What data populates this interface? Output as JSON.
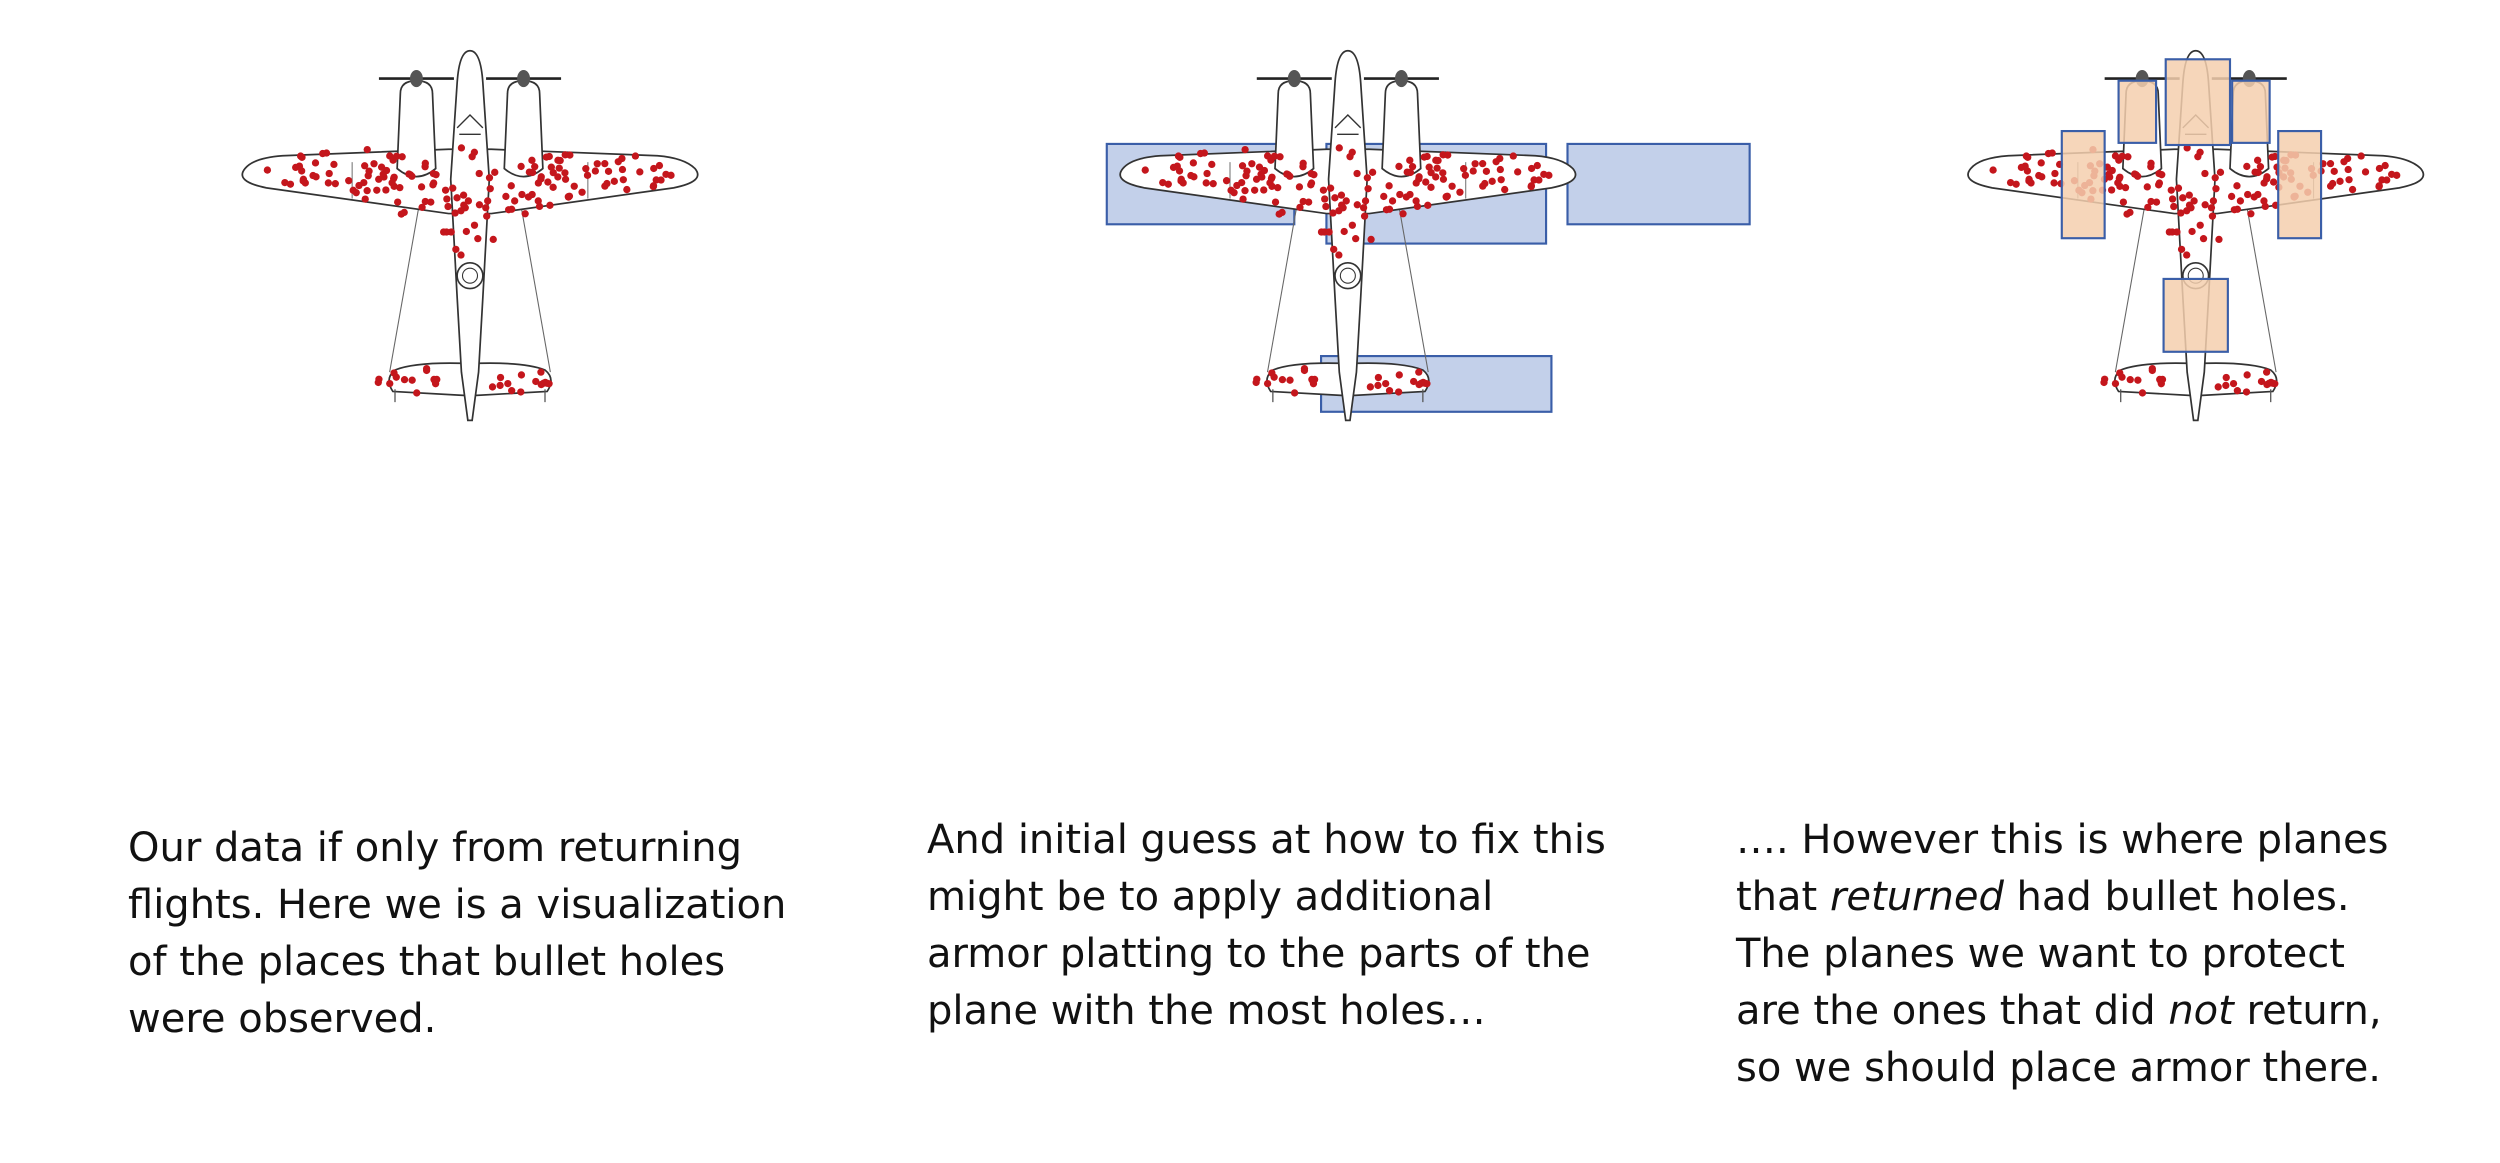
{
  "panels": [
    {
      "id": "observed",
      "overlay": "none",
      "caption_lines": [
        "Our data if only from returning",
        "flights. Here we is a visualization",
        "of the places that bullet holes",
        "were observed."
      ]
    },
    {
      "id": "naive-guess",
      "overlay": "armor-on-holes",
      "caption_lines": [
        "And initial guess at how to fix this",
        "might be to apply additional",
        "armor platting to the parts of the",
        "plane with the most holes…"
      ]
    },
    {
      "id": "survivorship",
      "overlay": "armor-where-no-holes",
      "caption_lines": {
        "line1": "…. However this is where planes",
        "line2_pre": "that ",
        "line2_em": "returned",
        "line2_post": " had bullet holes.",
        "line3": "The planes we want to protect",
        "line4_pre": "are the ones that did ",
        "line4_em": "not",
        "line4_post": " return,",
        "line5": "so we should place armor there."
      }
    }
  ],
  "colors": {
    "bullet_hole": "#c4161c",
    "plane_outline": "#333333",
    "armor_blue_fill": "#bccbe8",
    "armor_blue_stroke": "#3a5ea8",
    "armor_orange_fill": "#f5cfae",
    "armor_orange_stroke": "#3a5ea8"
  },
  "icons": [
    "propeller-icon",
    "bullet-hole-icon"
  ]
}
